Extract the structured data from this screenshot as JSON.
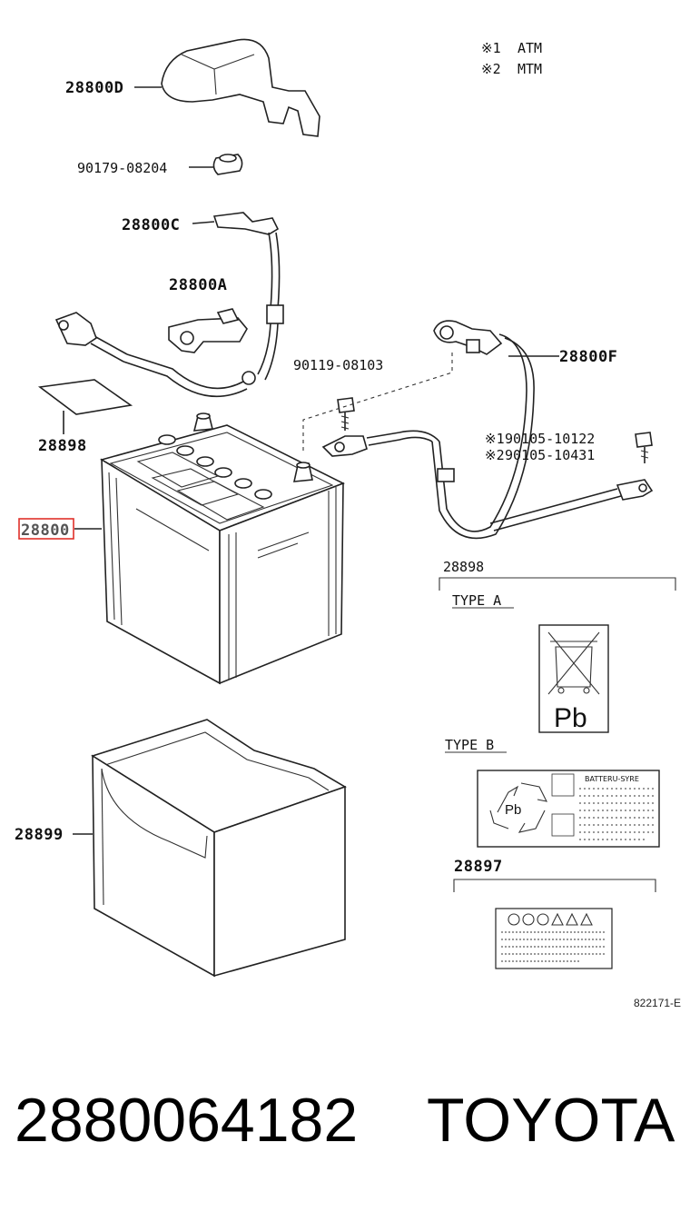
{
  "legend": [
    {
      "mark": "※1",
      "text": "ATM"
    },
    {
      "mark": "※2",
      "text": "MTM"
    }
  ],
  "parts": {
    "cover": "28800D",
    "nut": "90179-08204",
    "neg_cable": "28800C",
    "terminal_clamp": "28800A",
    "bolt_top": "90119-08103",
    "pos_cable": "28800F",
    "bolt_atm": "90105-10122",
    "bolt_atm_mark": "※1",
    "bolt_mtm": "90105-10431",
    "bolt_mtm_mark": "※2",
    "label_small": "28898",
    "battery": "28800",
    "tray": "28899"
  },
  "label_panel": {
    "header": "28898",
    "type_a": "TYPE A",
    "type_a_symbol": "Pb",
    "type_b": "TYPE B",
    "type_b_title": "BATTERU-SYRE",
    "type_b_symbol": "Pb",
    "warn_header": "28897"
  },
  "footer": {
    "ref": "822171-E",
    "part_number": "2880064182",
    "brand": "TOYOTA"
  },
  "colors": {
    "highlight": "#e0302a",
    "line": "#222222"
  },
  "icons": [
    "recycle-icon",
    "crossed-bin-icon",
    "warning-icon"
  ]
}
